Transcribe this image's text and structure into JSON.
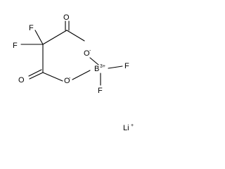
{
  "molecule": {
    "atoms": {
      "fluorine_upper_left": "F",
      "fluorine_left": "F",
      "oxygen_carbonyl_top": "O",
      "oxygen_ring_upper": "O",
      "oxygen_ring_upper_charge": "-",
      "boron": "B",
      "boron_charge": "3+",
      "fluorine_boron_right": "F",
      "fluorine_boron_bottom": "F",
      "oxygen_carbonyl_bottom": "O",
      "oxygen_ring_lower": "O",
      "oxygen_ring_lower_charge": "-"
    },
    "counter_ion": {
      "symbol": "Li",
      "charge": "+"
    }
  }
}
